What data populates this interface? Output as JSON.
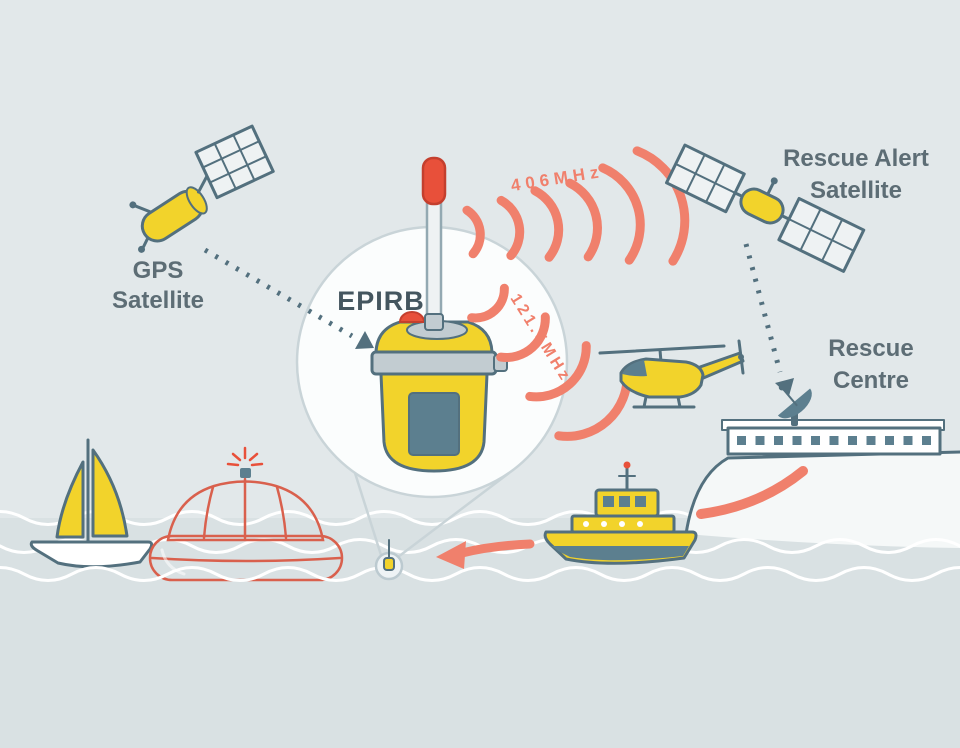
{
  "diagram": {
    "labels": {
      "gps": {
        "line1": "GPS",
        "line2": "Satellite"
      },
      "rescue_alert": {
        "line1": "Rescue Alert",
        "line2": "Satellite"
      },
      "rescue_centre": {
        "line1": "Rescue",
        "line2": "Centre"
      },
      "epirb": "EPIRB",
      "freq_406": "406MHz",
      "freq_121": "121.5MHz"
    },
    "elements": [
      "gps-satellite",
      "rescue-alert-satellite",
      "epirb-beacon-magnified",
      "radio-waves-406mhz",
      "radio-waves-121-5mhz",
      "signal-path-gps-to-epirb",
      "signal-path-satellite-to-rescue-centre",
      "rescue-centre-building",
      "satellite-dish",
      "rescue-helicopter",
      "rescue-lifeboat",
      "sailboat",
      "life-raft",
      "epirb-floating-in-sea",
      "sea-waves"
    ],
    "colors": {
      "sky": "#e2e8ea",
      "sea": "#d9e1e3",
      "yellow": "#f2d32b",
      "coral": "#f0806c",
      "coral_dark": "#d9604d",
      "red": "#e8503a",
      "red_dark": "#c43f2e",
      "outline": "#53707e",
      "steel": "#5c7f8f",
      "panel": "#eef2f3",
      "band": "#c2ccd1",
      "land": "#f5f8f8",
      "circle_fill": "#fbfdfd",
      "circle_stroke": "#c9d4d8",
      "text": "#5d6d75",
      "text_dark": "#44565f",
      "wave": "#ffffff"
    }
  }
}
